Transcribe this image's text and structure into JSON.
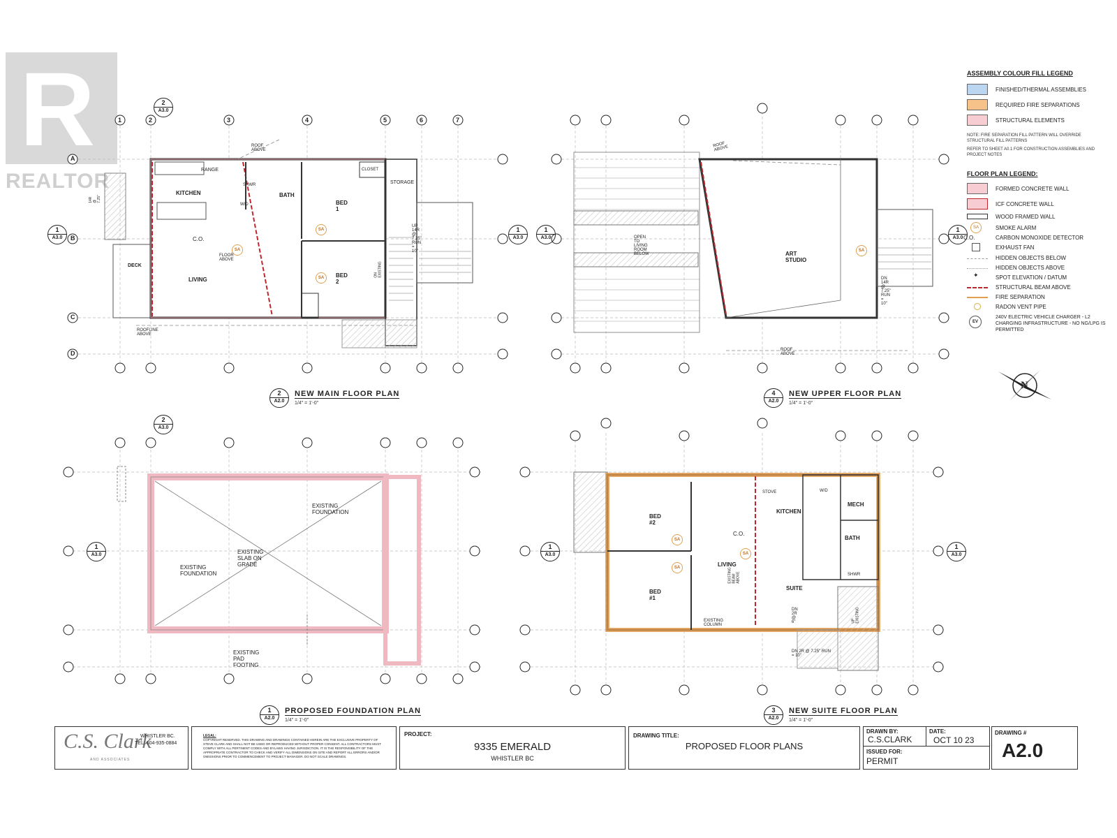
{
  "watermark": {
    "logo_text": "REALTOR"
  },
  "plans": {
    "main": {
      "number": "2",
      "sheet": "A2.0",
      "title": "NEW MAIN FLOOR PLAN",
      "scale": "1/4\" = 1'-0\""
    },
    "upper": {
      "number": "4",
      "sheet": "A2.0",
      "title": "NEW UPPER FLOOR PLAN",
      "scale": "1/4\" = 1'-0\""
    },
    "foundation": {
      "number": "1",
      "sheet": "A2.0",
      "title": "PROPOSED FOUNDATION PLAN",
      "scale": "1/4\" = 1'-0\""
    },
    "suite": {
      "number": "3",
      "sheet": "A2.0",
      "title": "NEW SUITE FLOOR PLAN",
      "scale": "1/4\" = 1'-0\""
    }
  },
  "section_tags": {
    "ref_a": "1",
    "ref_b": "2",
    "sheet": "A3.0"
  },
  "grid": {
    "rows": [
      "A",
      "B",
      "C",
      "D"
    ],
    "cols_main": [
      "1",
      "2",
      "3",
      "4",
      "5",
      "6",
      "7"
    ]
  },
  "main_labels": {
    "kitchen": "KITCHEN",
    "range": "RANGE",
    "shwr": "SHWR",
    "bath": "BATH",
    "bed1": "BED 1",
    "closet": "CLOSET",
    "storage": "STORAGE",
    "living": "LIVING",
    "bed2": "BED 2",
    "deck": "DECK",
    "co": "C.O.",
    "floor_above": "FLOOR ABOVE",
    "roof_above": "ROOF ABOVE",
    "roofline_above": "ROOFLINE ABOVE",
    "wd": "W/D",
    "stair": "UP 14R @ 7.25\" RUN = 10\"",
    "on_existing": "ON EXISTING",
    "sa": "SA",
    "stair_left": "14R @ 7.25\""
  },
  "upper_labels": {
    "art_studio": "ART STUDIO",
    "open_to_living": "OPEN TO LIVING ROOM BELOW",
    "roof_above": "ROOF ABOVE",
    "stair": "DN 14R @ 7.25\" RUN = 10\"",
    "sa": "SA"
  },
  "foundation_labels": {
    "existing_foundation_a": "EXISTING FOUNDATION",
    "existing_foundation_b": "EXISTING FOUNDATION",
    "slab": "EXISTING SLAB ON GRADE",
    "pad": "EXISTING PAD FOOTING"
  },
  "suite_labels": {
    "bed2": "BED #2",
    "bed1": "BED #1",
    "living": "LIVING",
    "kitchen": "KITCHEN",
    "stove": "STOVE",
    "wd": "W/D",
    "mech": "MECH",
    "bath": "BATH",
    "suite": "SUITE",
    "shwr": "SHWR",
    "co": "C.O.",
    "existing_column": "EXISTING COLUMN",
    "existing_beam": "EXISTING BEAM ABOVE",
    "dn_a": "DN 2R @ 6\"",
    "dn_b": "DN 2R @ 7.25\" RUN = 10\"",
    "up_existing": "UP EXISTING",
    "sa": "SA"
  },
  "legend": {
    "assembly_title": "ASSEMBLY COLOUR FILL LEGEND",
    "assembly": [
      {
        "label": "FINISHED/THERMAL ASSEMBLIES",
        "color": "#bcd6f2"
      },
      {
        "label": "REQUIRED FIRE SEPARATIONS",
        "color": "#f6c28a"
      },
      {
        "label": "STRUCTURAL ELEMENTS",
        "color": "#f7cdd3"
      }
    ],
    "note1": "NOTE: FIRE SEPARATION FILL PATTERN WILL OVERRIDE STRUCTURAL FILL PATTERNS",
    "note2": "REFER TO SHEET A0.1 FOR CONSTRUCTION ASSEMBLIES AND PROJECT NOTES",
    "floor_title": "FLOOR PLAN LEGEND:",
    "floor": [
      {
        "label": "FORMED CONCRETE WALL"
      },
      {
        "label": "ICF CONCRETE WALL"
      },
      {
        "label": "WOOD FRAMED WALL"
      },
      {
        "label": "SMOKE ALARM"
      },
      {
        "label": "CARBON MONOXIDE DETECTOR",
        "prefix": "C.O."
      },
      {
        "label": "EXHAUST FAN"
      },
      {
        "label": "HIDDEN OBJECTS BELOW"
      },
      {
        "label": "HIDDEN OBJECTS ABOVE"
      },
      {
        "label": "SPOT ELEVATION / DATUM"
      },
      {
        "label": "STRUCTURAL BEAM ABOVE"
      },
      {
        "label": "FIRE SEPARATION"
      },
      {
        "label": "RADON VENT PIPE"
      },
      {
        "label": "240V ELECTRIC VEHICLE CHARGER - L2 CHARGING INFRASTRUCTURE - NO NG/LPG IS PERMITTED",
        "prefix": "EV"
      }
    ],
    "sa": "SA"
  },
  "compass": {
    "letter": "N"
  },
  "title_block": {
    "firm_script": "C.S. Clark",
    "firm_sub": "AND ASSOCIATES",
    "firm_city": "WHISTLER BC.",
    "firm_tel": "TEL: 604-935-0884",
    "legal_title": "LEGAL:",
    "legal_text": "COPYRIGHT RESERVED. THIS DRAWING AND DRAWINGS CONTAINED HEREIN ARE THE EXCLUSIVE PROPERTY OF STEVE CLARK AND SHALL NOT BE USED OR REPRODUCED WITHOUT PROPER CONSENT. ALL CONTRACTORS MUST COMPLY WITH ALL PERTINENT CODES AND BYLAWS HAVING JURISDICTION. IT IS THE RESPONSIBILITY OF THE APPROPRIATE CONTRACTOR TO CHECK AND VERIFY ALL DIMENSIONS ON SITE AND REPORT ALL ERRORS AND/OR OMISSIONS PRIOR TO COMMENCEMENT TO PROJECT MANAGER. DO NOT SCALE DRAWINGS.",
    "project_label": "PROJECT:",
    "project_name": "9335 EMERALD",
    "project_city": "WHISTLER BC",
    "drawing_title_label": "DRAWING TITLE:",
    "drawing_title": "PROPOSED FLOOR PLANS",
    "drawn_by_label": "DRAWN BY:",
    "drawn_by": "C.S.CLARK",
    "date_label": "DATE:",
    "date": "OCT 10 23",
    "issued_label": "ISSUED FOR:",
    "issued": "PERMIT",
    "drawing_no_label": "DRAWING #",
    "drawing_no": "A2.0"
  }
}
